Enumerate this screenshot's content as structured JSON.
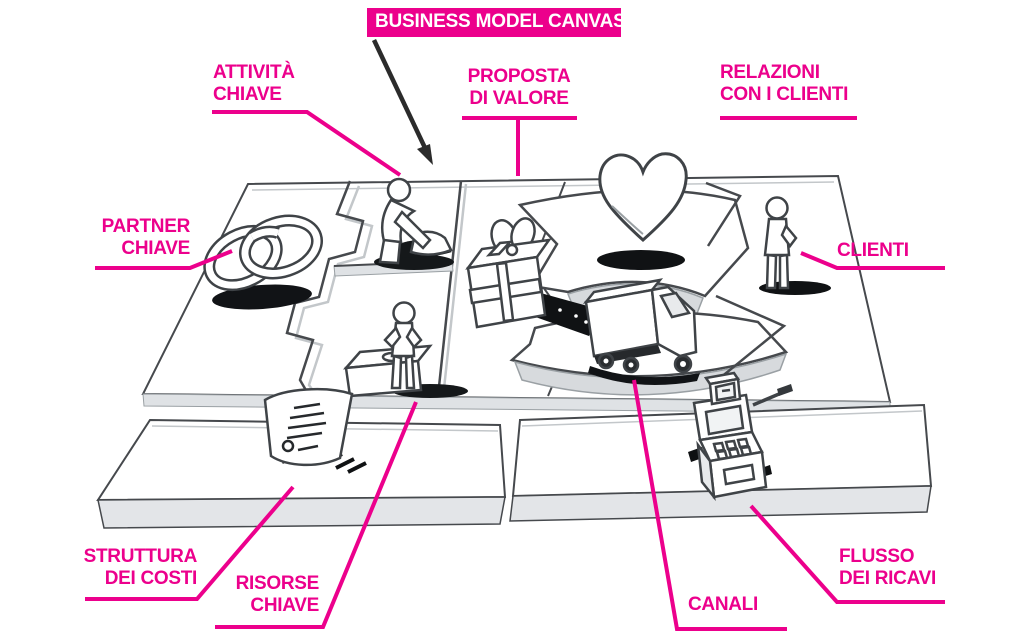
{
  "title": "BUSINESS MODEL CANVAS",
  "colors": {
    "accent": "#EC008C",
    "ink": "#46494d"
  },
  "sections": {
    "key_activities": {
      "line1": "ATTIVITÀ",
      "line2": "CHIAVE",
      "icon": "worker-figure"
    },
    "value_proposition": {
      "line1": "PROPOSTA",
      "line2": "DI VALORE",
      "icon": "gift-box"
    },
    "customer_relationships": {
      "line1": "RELAZIONI",
      "line2": "CON I CLIENTI",
      "icon": "heart"
    },
    "key_partners": {
      "line1": "PARTNER",
      "line2": "CHIAVE",
      "icon": "interlocked-rings"
    },
    "customers": {
      "line1": "CLIENTI",
      "icon": "standing-person"
    },
    "cost_structure": {
      "line1": "STRUTTURA",
      "line2": "DEI COSTI",
      "icon": "invoice-document"
    },
    "key_resources": {
      "line1": "RISORSE",
      "line2": "CHIAVE",
      "icon": "person-with-box"
    },
    "channels": {
      "line1": "CANALI",
      "icon": "delivery-truck"
    },
    "revenue_streams": {
      "line1": "FLUSSO",
      "line2": "DEI RICAVI",
      "icon": "cash-register"
    }
  }
}
